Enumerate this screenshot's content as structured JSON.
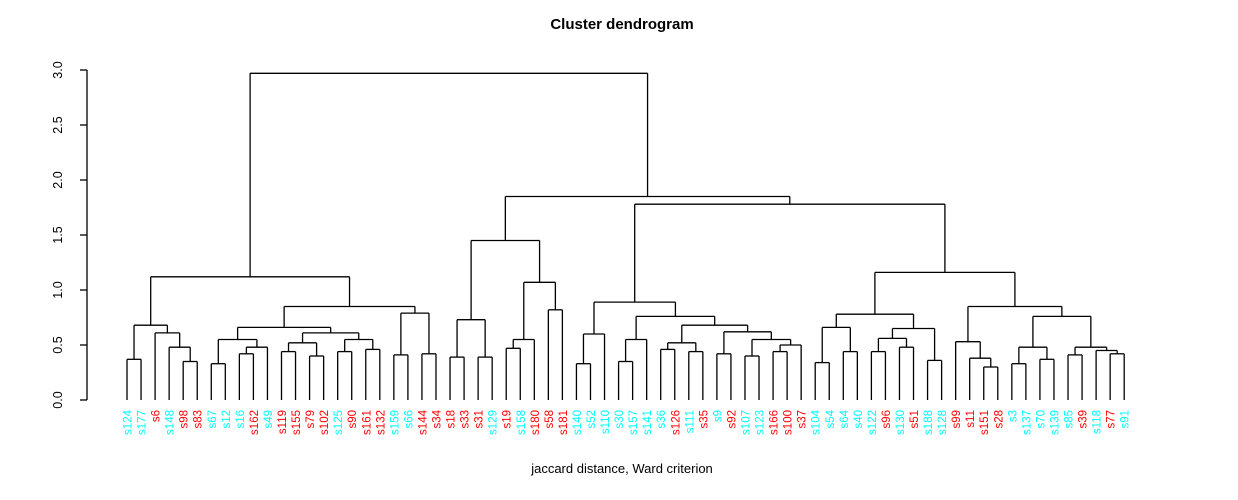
{
  "title": "Cluster dendrogram",
  "caption": "jaccard distance, Ward criterion",
  "colors": {
    "red": "#FF0000",
    "cyan": "#00FFFF",
    "line": "#000000",
    "background": "#FFFFFF"
  },
  "chart_data": {
    "type": "dendrogram",
    "title": "Cluster dendrogram",
    "xlabel": "jaccard distance, Ward criterion",
    "ylabel": "",
    "ylim": [
      0.0,
      3.0
    ],
    "yticks": [
      "0.0",
      "0.5",
      "1.0",
      "1.5",
      "2.0",
      "2.5",
      "3.0"
    ],
    "grid": false,
    "legend": "none",
    "leaf_color_legend": {
      "red": "#FF0000",
      "cyan": "#00FFFF"
    },
    "leaves": [
      {
        "label": "s124",
        "color": "cyan"
      },
      {
        "label": "s177",
        "color": "cyan"
      },
      {
        "label": "s6",
        "color": "red"
      },
      {
        "label": "s148",
        "color": "cyan"
      },
      {
        "label": "s98",
        "color": "red"
      },
      {
        "label": "s83",
        "color": "red"
      },
      {
        "label": "s67",
        "color": "cyan"
      },
      {
        "label": "s12",
        "color": "cyan"
      },
      {
        "label": "s16",
        "color": "cyan"
      },
      {
        "label": "s162",
        "color": "red"
      },
      {
        "label": "s49",
        "color": "cyan"
      },
      {
        "label": "s119",
        "color": "red"
      },
      {
        "label": "s155",
        "color": "red"
      },
      {
        "label": "s79",
        "color": "red"
      },
      {
        "label": "s102",
        "color": "red"
      },
      {
        "label": "s125",
        "color": "cyan"
      },
      {
        "label": "s90",
        "color": "red"
      },
      {
        "label": "s161",
        "color": "red"
      },
      {
        "label": "s132",
        "color": "red"
      },
      {
        "label": "s159",
        "color": "cyan"
      },
      {
        "label": "s66",
        "color": "cyan"
      },
      {
        "label": "s144",
        "color": "red"
      },
      {
        "label": "s34",
        "color": "red"
      },
      {
        "label": "s18",
        "color": "red"
      },
      {
        "label": "s33",
        "color": "red"
      },
      {
        "label": "s31",
        "color": "red"
      },
      {
        "label": "s129",
        "color": "cyan"
      },
      {
        "label": "s19",
        "color": "red"
      },
      {
        "label": "s158",
        "color": "cyan"
      },
      {
        "label": "s180",
        "color": "red"
      },
      {
        "label": "s58",
        "color": "red"
      },
      {
        "label": "s181",
        "color": "red"
      },
      {
        "label": "s140",
        "color": "cyan"
      },
      {
        "label": "s52",
        "color": "cyan"
      },
      {
        "label": "s110",
        "color": "cyan"
      },
      {
        "label": "s30",
        "color": "cyan"
      },
      {
        "label": "s157",
        "color": "cyan"
      },
      {
        "label": "s141",
        "color": "cyan"
      },
      {
        "label": "s36",
        "color": "cyan"
      },
      {
        "label": "s126",
        "color": "red"
      },
      {
        "label": "s111",
        "color": "cyan"
      },
      {
        "label": "s35",
        "color": "red"
      },
      {
        "label": "s9",
        "color": "cyan"
      },
      {
        "label": "s92",
        "color": "red"
      },
      {
        "label": "s107",
        "color": "cyan"
      },
      {
        "label": "s123",
        "color": "cyan"
      },
      {
        "label": "s166",
        "color": "red"
      },
      {
        "label": "s100",
        "color": "red"
      },
      {
        "label": "s37",
        "color": "red"
      },
      {
        "label": "s104",
        "color": "cyan"
      },
      {
        "label": "s54",
        "color": "cyan"
      },
      {
        "label": "s64",
        "color": "cyan"
      },
      {
        "label": "s40",
        "color": "cyan"
      },
      {
        "label": "s122",
        "color": "cyan"
      },
      {
        "label": "s96",
        "color": "red"
      },
      {
        "label": "s130",
        "color": "cyan"
      },
      {
        "label": "s51",
        "color": "red"
      },
      {
        "label": "s188",
        "color": "cyan"
      },
      {
        "label": "s128",
        "color": "cyan"
      },
      {
        "label": "s99",
        "color": "red"
      },
      {
        "label": "s11",
        "color": "red"
      },
      {
        "label": "s151",
        "color": "red"
      },
      {
        "label": "s28",
        "color": "red"
      },
      {
        "label": "s3",
        "color": "cyan"
      },
      {
        "label": "s137",
        "color": "cyan"
      },
      {
        "label": "s70",
        "color": "cyan"
      },
      {
        "label": "s139",
        "color": "cyan"
      },
      {
        "label": "s85",
        "color": "cyan"
      },
      {
        "label": "s39",
        "color": "red"
      },
      {
        "label": "s118",
        "color": "cyan"
      },
      {
        "label": "s77",
        "color": "red"
      },
      {
        "label": "s91",
        "color": "cyan"
      }
    ],
    "tree": {
      "h": 2.97,
      "c": [
        {
          "h": 1.12,
          "c": [
            {
              "h": 0.68,
              "c": [
                {
                  "h": 0.37,
                  "c": [
                    1,
                    2
                  ]
                },
                {
                  "h": 0.61,
                  "c": [
                    3,
                    {
                      "h": 0.48,
                      "c": [
                        4,
                        {
                          "h": 0.35,
                          "c": [
                            5,
                            6
                          ]
                        }
                      ]
                    }
                  ]
                }
              ]
            },
            {
              "h": 0.85,
              "c": [
                {
                  "h": 0.66,
                  "c": [
                    {
                      "h": 0.55,
                      "c": [
                        {
                          "h": 0.33,
                          "c": [
                            7,
                            8
                          ]
                        },
                        {
                          "h": 0.48,
                          "c": [
                            {
                              "h": 0.42,
                              "c": [
                                9,
                                10
                              ]
                            },
                            11
                          ]
                        }
                      ]
                    },
                    {
                      "h": 0.61,
                      "c": [
                        {
                          "h": 0.52,
                          "c": [
                            {
                              "h": 0.44,
                              "c": [
                                12,
                                13
                              ]
                            },
                            {
                              "h": 0.4,
                              "c": [
                                14,
                                15
                              ]
                            }
                          ]
                        },
                        {
                          "h": 0.55,
                          "c": [
                            {
                              "h": 0.44,
                              "c": [
                                16,
                                17
                              ]
                            },
                            {
                              "h": 0.46,
                              "c": [
                                18,
                                19
                              ]
                            }
                          ]
                        }
                      ]
                    }
                  ]
                },
                {
                  "h": 0.79,
                  "c": [
                    {
                      "h": 0.41,
                      "c": [
                        20,
                        21
                      ]
                    },
                    {
                      "h": 0.42,
                      "c": [
                        22,
                        23
                      ]
                    }
                  ]
                }
              ]
            }
          ]
        },
        {
          "h": 1.85,
          "c": [
            {
              "h": 1.45,
              "c": [
                {
                  "h": 0.73,
                  "c": [
                    {
                      "h": 0.39,
                      "c": [
                        24,
                        25
                      ]
                    },
                    {
                      "h": 0.39,
                      "c": [
                        26,
                        27
                      ]
                    }
                  ]
                },
                {
                  "h": 1.07,
                  "c": [
                    {
                      "h": 0.55,
                      "c": [
                        {
                          "h": 0.47,
                          "c": [
                            28,
                            29
                          ]
                        },
                        30
                      ]
                    },
                    {
                      "h": 0.82,
                      "c": [
                        31,
                        32
                      ]
                    }
                  ]
                }
              ]
            },
            {
              "h": 1.78,
              "c": [
                {
                  "h": 0.89,
                  "c": [
                    {
                      "h": 0.6,
                      "c": [
                        {
                          "h": 0.33,
                          "c": [
                            33,
                            34
                          ]
                        },
                        35
                      ]
                    },
                    {
                      "h": 0.76,
                      "c": [
                        {
                          "h": 0.55,
                          "c": [
                            {
                              "h": 0.35,
                              "c": [
                                36,
                                37
                              ]
                            },
                            38
                          ]
                        },
                        {
                          "h": 0.68,
                          "c": [
                            {
                              "h": 0.52,
                              "c": [
                                {
                                  "h": 0.46,
                                  "c": [
                                    39,
                                    40
                                  ]
                                },
                                {
                                  "h": 0.44,
                                  "c": [
                                    41,
                                    42
                                  ]
                                }
                              ]
                            },
                            {
                              "h": 0.62,
                              "c": [
                                {
                                  "h": 0.42,
                                  "c": [
                                    43,
                                    44
                                  ]
                                },
                                {
                                  "h": 0.55,
                                  "c": [
                                    {
                                      "h": 0.4,
                                      "c": [
                                        45,
                                        46
                                      ]
                                    },
                                    {
                                      "h": 0.5,
                                      "c": [
                                        {
                                          "h": 0.44,
                                          "c": [
                                            47,
                                            48
                                          ]
                                        },
                                        49
                                      ]
                                    }
                                  ]
                                }
                              ]
                            }
                          ]
                        }
                      ]
                    }
                  ]
                },
                {
                  "h": 1.16,
                  "c": [
                    {
                      "h": 0.78,
                      "c": [
                        {
                          "h": 0.66,
                          "c": [
                            {
                              "h": 0.34,
                              "c": [
                                50,
                                51
                              ]
                            },
                            {
                              "h": 0.44,
                              "c": [
                                52,
                                53
                              ]
                            }
                          ]
                        },
                        {
                          "h": 0.65,
                          "c": [
                            {
                              "h": 0.56,
                              "c": [
                                {
                                  "h": 0.44,
                                  "c": [
                                    54,
                                    55
                                  ]
                                },
                                {
                                  "h": 0.48,
                                  "c": [
                                    56,
                                    57
                                  ]
                                }
                              ]
                            },
                            {
                              "h": 0.36,
                              "c": [
                                58,
                                59
                              ]
                            }
                          ]
                        }
                      ]
                    },
                    {
                      "h": 0.85,
                      "c": [
                        {
                          "h": 0.53,
                          "c": [
                            60,
                            {
                              "h": 0.38,
                              "c": [
                                61,
                                {
                                  "h": 0.3,
                                  "c": [
                                    62,
                                    63
                                  ]
                                }
                              ]
                            }
                          ]
                        },
                        {
                          "h": 0.76,
                          "c": [
                            {
                              "h": 0.48,
                              "c": [
                                {
                                  "h": 0.33,
                                  "c": [
                                    64,
                                    65
                                  ]
                                },
                                {
                                  "h": 0.37,
                                  "c": [
                                    66,
                                    67
                                  ]
                                }
                              ]
                            },
                            {
                              "h": 0.48,
                              "c": [
                                {
                                  "h": 0.41,
                                  "c": [
                                    68,
                                    69
                                  ]
                                },
                                {
                                  "h": 0.45,
                                  "c": [
                                    70,
                                    {
                                      "h": 0.42,
                                      "c": [
                                        71,
                                        72
                                      ]
                                    }
                                  ]
                                }
                              ]
                            }
                          ]
                        }
                      ]
                    }
                  ]
                }
              ]
            }
          ]
        }
      ]
    }
  }
}
